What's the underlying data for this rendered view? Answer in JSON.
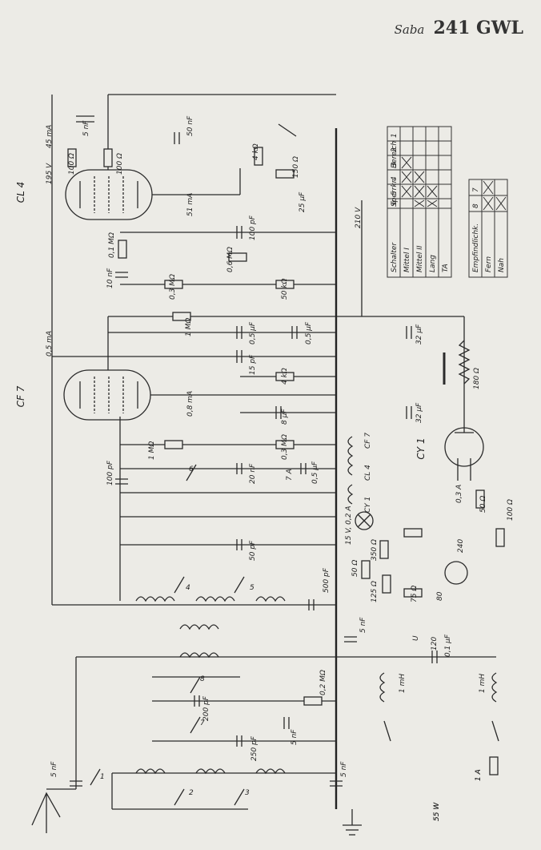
{
  "title": {
    "brand": "Saba",
    "model": "241 GWL"
  },
  "tubes": {
    "cl4": "CL 4",
    "cf7": "CF 7",
    "cy1": "CY 1"
  },
  "supply": {
    "voltage": "210 V",
    "power": "55 W",
    "fuse": "1 A",
    "pilot_lamp": "15 V, 0,2 A"
  },
  "heater_chain": [
    "CY 1",
    "CL 4",
    "CF 7"
  ],
  "currents": {
    "cl4_plate": "45 mA",
    "cl4_cathode": "51 mA",
    "cf7_plate": "0,5 mA",
    "cf7_cathode": "0,8 mA"
  },
  "components": {
    "top": [
      "5 nF",
      "50 nF",
      "100 Ω",
      "100 Ω",
      "195 V",
      "4 kΩ",
      "150 Ω",
      "25 µF",
      "100 pF"
    ],
    "middle": [
      "0,1 MΩ",
      "10 nF",
      "0,6 MΩ",
      "0,3 MΩ",
      "50 kΩ",
      "1 MΩ",
      "0,5 µF",
      "0,5 µF",
      "32 µF",
      "15 pF",
      "4 kΩ",
      "8 µF",
      "32 µF",
      "180 Ω"
    ],
    "lower": [
      "100 pF",
      "1 MΩ",
      "0,3 MΩ",
      "20 nF",
      "7 A",
      "0,5 µF",
      "50 pF",
      "500 pF",
      "5 nF",
      "0,3 A",
      "50 Ω",
      "100 Ω",
      "240",
      "350 Ω",
      "50 Ω",
      "125 Ω",
      "75 Ω",
      "80",
      "120",
      "0,1 µF",
      "U"
    ],
    "bottom": [
      "200 pF",
      "250 pF",
      "5 nF",
      "0,2 MΩ",
      "1 mH",
      "1 mH",
      "5 nF",
      "5 nF",
      "1 A",
      "55 W"
    ]
  },
  "switch_contacts": [
    "1",
    "2",
    "3",
    "4",
    "5",
    "6",
    "7",
    "8"
  ],
  "switch_table": {
    "headers": [
      "Schalter",
      "Sperrkr.",
      "Bereich"
    ],
    "rows": [
      {
        "label": "Mittel I",
        "marks": [
          "",
          "",
          "x",
          "x",
          "x",
          ""
        ]
      },
      {
        "label": "Mittel II",
        "marks": [
          "",
          "",
          "",
          "x",
          "x",
          "x"
        ]
      },
      {
        "label": "Lang",
        "marks": [
          "",
          "",
          "",
          "",
          "x",
          "x"
        ]
      },
      {
        "label": "TA",
        "marks": [
          "",
          "",
          "",
          "",
          "",
          ""
        ]
      }
    ],
    "columns": [
      "1",
      "2",
      "3",
      "4",
      "5",
      "6"
    ]
  },
  "sensitivity_table": {
    "header": "Empfindlichk.",
    "columns": [
      "7",
      "8"
    ],
    "rows": [
      {
        "label": "Fern",
        "marks": [
          "x",
          "x"
        ]
      },
      {
        "label": "Nah",
        "marks": [
          "",
          "x"
        ]
      }
    ]
  }
}
